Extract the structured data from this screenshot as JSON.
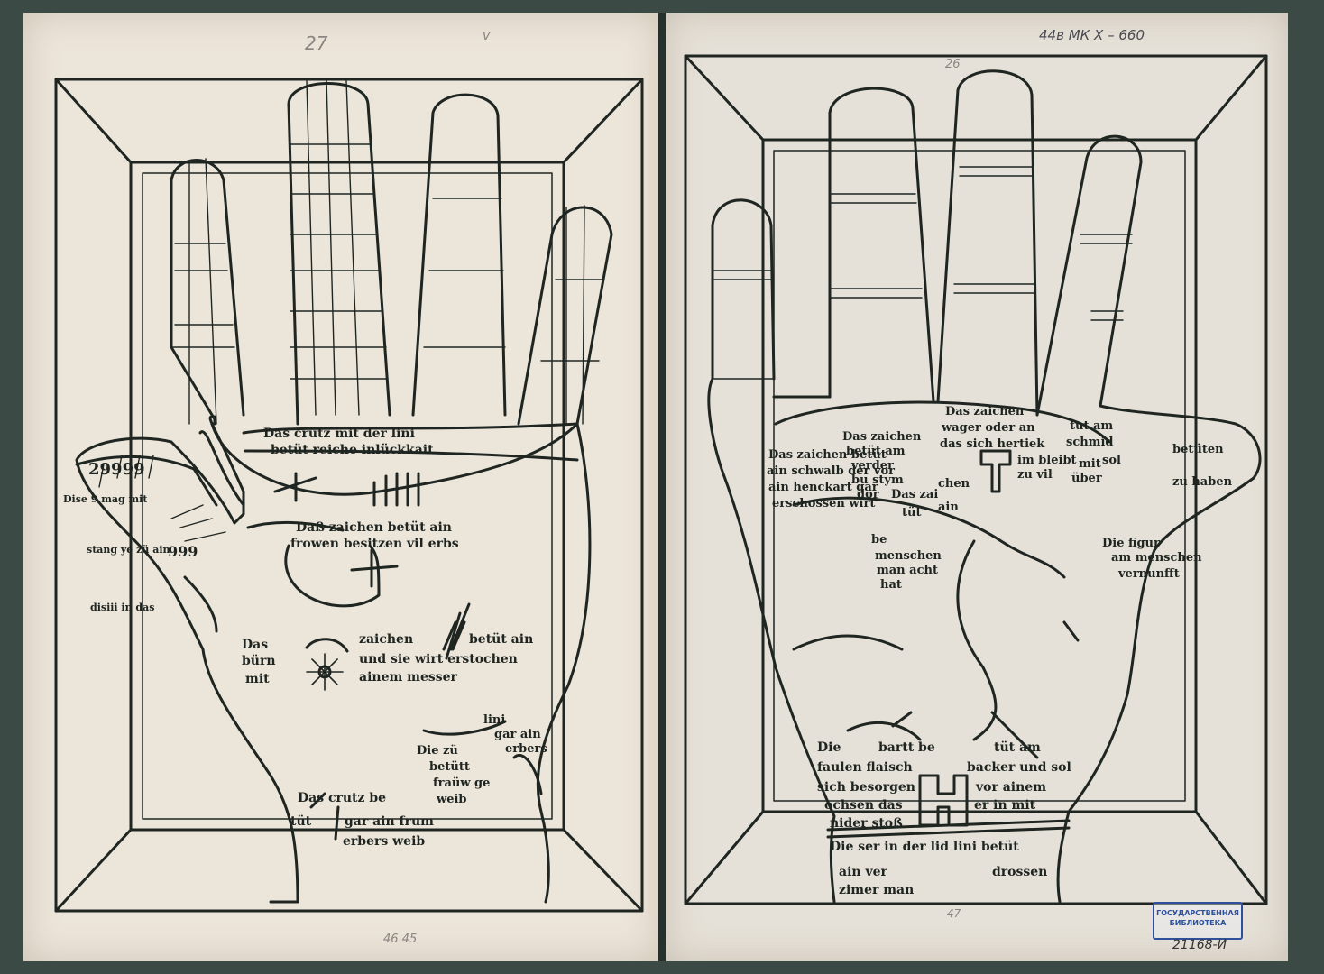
{
  "left_page": {
    "pencil_top": "27",
    "pencil_mark": "v",
    "pencil_bottom": "46  45",
    "texts": {
      "palm_top_1": "Das crütz mit der lini",
      "palm_top_2": "betüt reiche inlückkait",
      "mid_1": "Daß zaichen betüt ain",
      "mid_2": "frowen besitzen vil erbs",
      "sun_left_1": "Das",
      "sun_left_2": "bürn",
      "sun_left_3": "mit",
      "sun_right_1": "zaichen",
      "sun_right_2": "und sie wirt erstochen",
      "sun_right_3": "ainem messer",
      "sun_far": "betüt ain",
      "lower_1": "Die zü",
      "lower_2": "betütt",
      "lower_3": "fraüw ge",
      "lower_4": "weib",
      "lower_r1": "lini",
      "lower_r2": "gar ain",
      "lower_r3": "erbers",
      "bottom_1": "Das crutz be",
      "bottom_2": "tüt",
      "bottom_3": "gar ain frum",
      "bottom_4": "erbers weib",
      "thumb_1": "29999",
      "thumb_2": "999",
      "thumb_3": "Dise 9 mag mit",
      "thumb_4": "stang ye zü ain",
      "thumb_5": "disiii in das"
    }
  },
  "right_page": {
    "shelfmark": "44в МК Х – 660",
    "pencil_top": "26",
    "pencil_bottom": "47",
    "texts": {
      "t1a": "Das zaichen",
      "t1b": "betüt am",
      "t1c": "verder",
      "t1d": "bu stym",
      "t1e": "dor",
      "t2a": "Das zaichen",
      "t2b": "wager oder an",
      "t2c": "das sich hertiek",
      "t2d": "tut am",
      "t2e": "schmid",
      "t2f": "im bleibt",
      "t2g": "zu vil",
      "t3a": "Das zai",
      "t3b": "chen",
      "t3c": "tüt",
      "t3d": "ain",
      "t3e": "be",
      "t3f": "menschen",
      "t3g": "man acht",
      "t3h": "hat",
      "t4a": "mit",
      "t4b": "sol",
      "t4c": "über",
      "t5a": "Die figur",
      "t5b": "am menschen",
      "t5c": "vernunfft",
      "t5d": "betüten",
      "t5e": "zu haben",
      "t6a": "Das zaichen betüt",
      "t6b": "ain schwalb der vor",
      "t6c": "ain henckart gar",
      "t6d": "erschossen wirt",
      "b1a": "Die",
      "b1b": "bartt be",
      "b1c": "tüt am",
      "b2a": "faulen flaisch",
      "b2b": "backer und sol",
      "b3a": "sich besorgen",
      "b3b": "vor ainem",
      "b4a": "ochsen das",
      "b4b": "er in mit",
      "b5a": "nider stoß",
      "wrist_1": "Die ser in der lid lini betüt",
      "wrist_2": "ain ver",
      "wrist_3": "drossen",
      "wrist_4": "zimer man"
    }
  },
  "stamp": {
    "line1": "ГОСУДАРСТВЕННАЯ",
    "line2": "БИБЛИОТЕКА",
    "number": "21168-И"
  },
  "colors": {
    "ink": "#1e2420",
    "paper_left": "#ece5da",
    "paper_right": "#e6e1d8",
    "stamp": "#2e4f9a"
  }
}
